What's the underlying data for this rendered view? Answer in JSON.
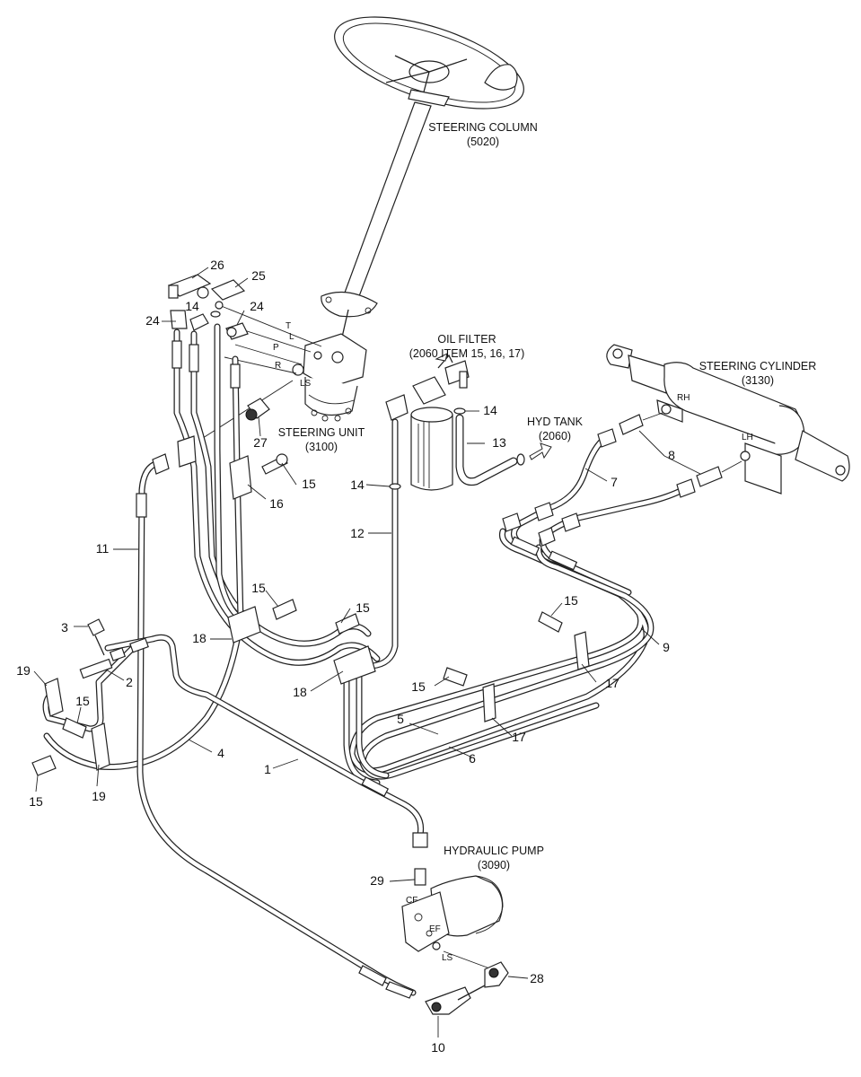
{
  "assemblies": {
    "steering_column": {
      "name": "STEERING COLUMN",
      "ref": "(5020)"
    },
    "steering_unit": {
      "name": "STEERING UNIT",
      "ref": "(3100)"
    },
    "oil_filter": {
      "name": "OIL FILTER",
      "ref": "(2060 ITEM 15, 16, 17)"
    },
    "hyd_tank": {
      "name": "HYD TANK",
      "ref": "(2060)"
    },
    "steering_cylinder": {
      "name": "STEERING CYLINDER",
      "ref": "(3130)"
    },
    "hydraulic_pump": {
      "name": "HYDRAULIC PUMP",
      "ref": "(3090)"
    }
  },
  "port_labels": {
    "unit_t": "T",
    "unit_l": "L",
    "unit_p": "P",
    "unit_r": "R",
    "unit_ls": "LS",
    "cyl_rh": "RH",
    "cyl_lh": "LH",
    "pump_cf": "CF",
    "pump_ef": "EF",
    "pump_ls": "LS"
  },
  "callouts": {
    "c26": "26",
    "c25": "25",
    "c24a": "24",
    "c24b": "24",
    "c14a": "14",
    "c27": "27",
    "c16": "16",
    "c15a": "15",
    "c14b": "14",
    "c14c": "14",
    "c13": "13",
    "c12": "12",
    "c8": "8",
    "c7": "7",
    "c11": "11",
    "c15b": "15",
    "c15c": "15",
    "c15d": "15",
    "c18a": "18",
    "c18b": "18",
    "c9": "9",
    "c3": "3",
    "c2": "2",
    "c19a": "19",
    "c19b": "19",
    "c15e": "15",
    "c15f": "15",
    "c15g": "15",
    "c17a": "17",
    "c17b": "17",
    "c5": "5",
    "c6": "6",
    "c4": "4",
    "c1": "1",
    "c29": "29",
    "c28": "28",
    "c10": "10"
  }
}
